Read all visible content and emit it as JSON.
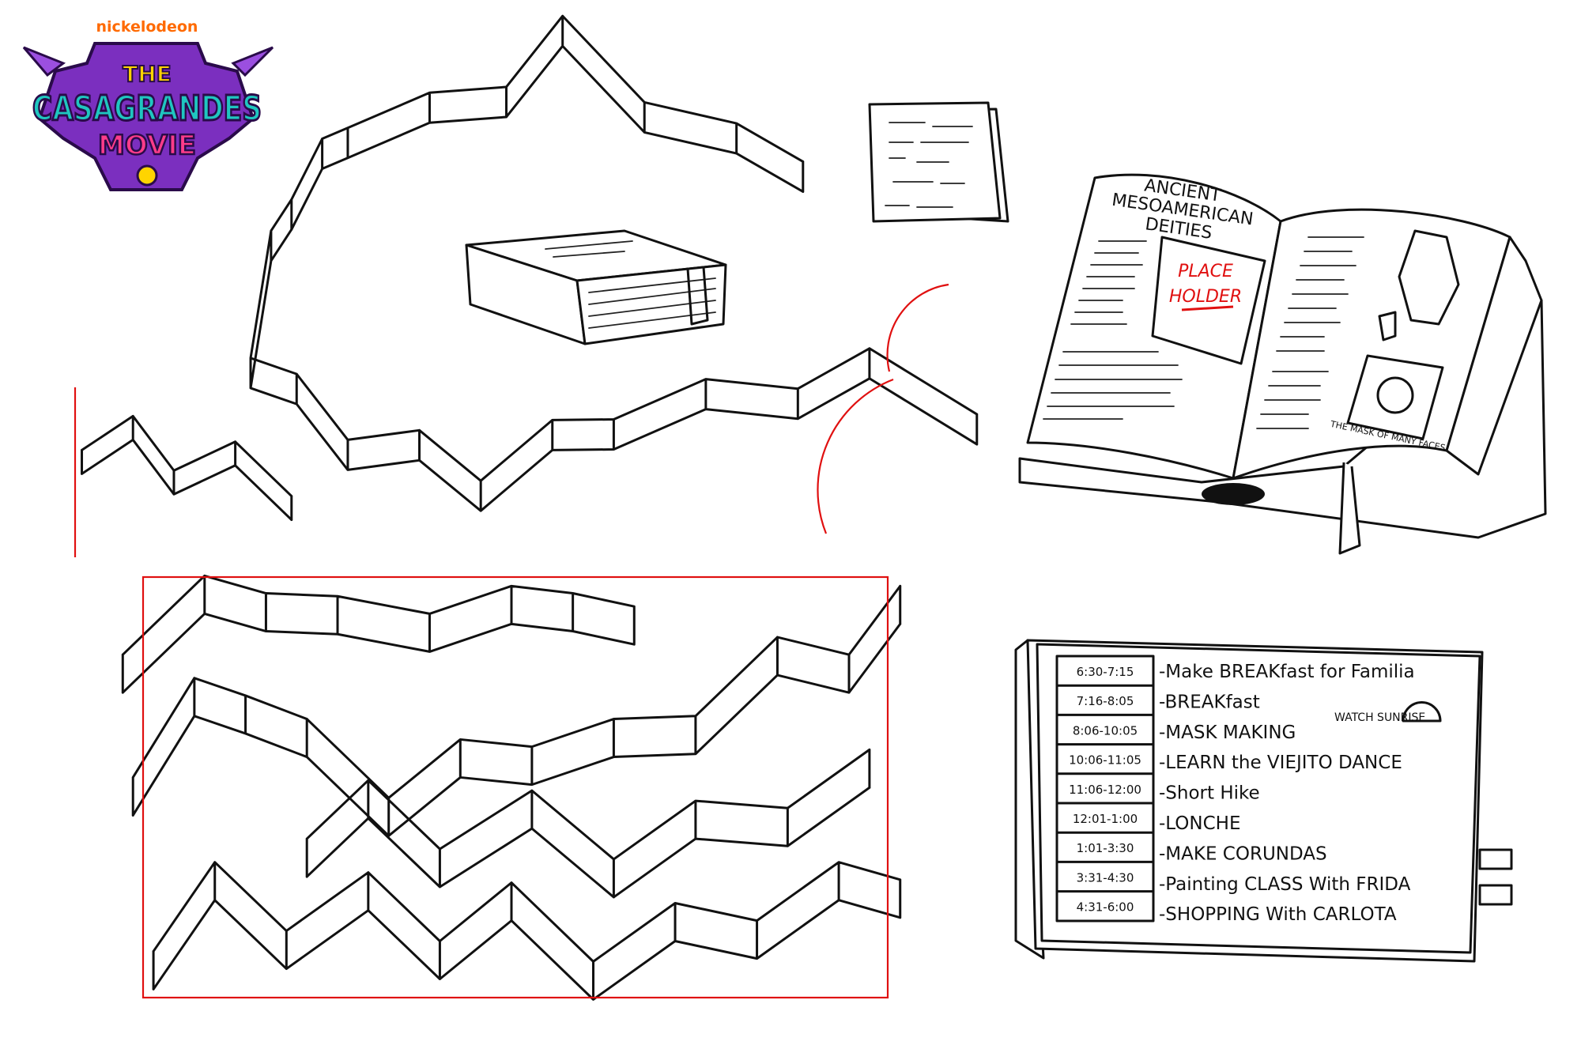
{
  "logo": {
    "network": "nickelodeon",
    "line1": "THE",
    "line2": "CASAGRANDES",
    "line3": "MOVIE",
    "colors": {
      "network": "#ff6a00",
      "purple": "#7b2fbf",
      "teal": "#1fc6c0",
      "yellow": "#ffd400",
      "pink": "#ff3c8a",
      "orange": "#ff7a00"
    }
  },
  "open_book": {
    "title_lines": [
      "ANCIENT",
      "MESOAMERICAN",
      "DEITIES"
    ],
    "placeholder_lines": [
      "PLACE",
      "HOLDER"
    ],
    "caption": "THE MASK OF MANY FACES"
  },
  "schedule": {
    "rows": [
      {
        "time": "6:30-7:15",
        "activity": "-Make BREAKfast for Familia"
      },
      {
        "time": "7:16-8:05",
        "activity": "-BREAKfast"
      },
      {
        "time": "8:06-10:05",
        "activity": "-MASK MAKING"
      },
      {
        "time": "10:06-11:05",
        "activity": "-LEARN the VIEJITO DANCE"
      },
      {
        "time": "11:06-12:00",
        "activity": "-Short Hike"
      },
      {
        "time": "12:01-1:00",
        "activity": "-LONCHE"
      },
      {
        "time": "1:01-3:30",
        "activity": "-MAKE CORUNDAS"
      },
      {
        "time": "3:31-4:30",
        "activity": "-Painting CLASS With FRIDA"
      },
      {
        "time": "4:31-6:00",
        "activity": "-SHOPPING With CARLOTA"
      }
    ],
    "note": "WATCH SUNRISE"
  },
  "accent_red": "#e01010"
}
